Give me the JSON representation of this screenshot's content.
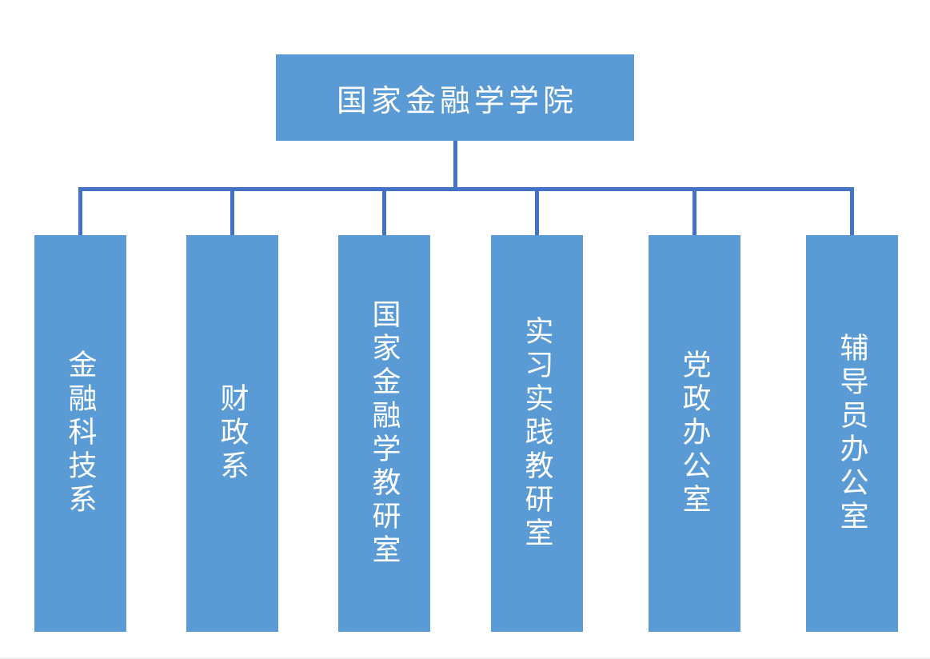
{
  "org_chart": {
    "type": "org-tree",
    "root": {
      "label": "国家金融学学院"
    },
    "children": [
      {
        "label": "金融科技系"
      },
      {
        "label": "财政系"
      },
      {
        "label": "国家金融学教研室"
      },
      {
        "label": "实习实践教研室"
      },
      {
        "label": "党政办公室"
      },
      {
        "label": "辅导员办公室"
      }
    ],
    "colors": {
      "box_fill": "#5b9bd5",
      "connector": "#4472c4",
      "text": "#ffffff"
    }
  }
}
